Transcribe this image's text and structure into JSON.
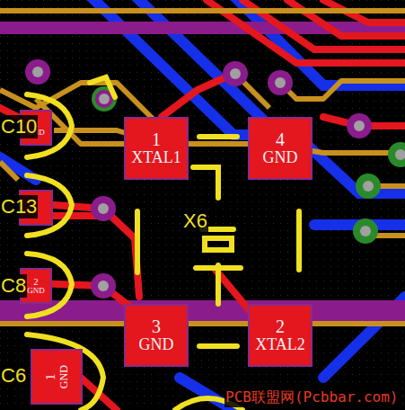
{
  "diagram": {
    "nodes": [
      {
        "text": [
          "1",
          "XTAL1"
        ]
      },
      {
        "text": [
          "4",
          "GND"
        ]
      },
      {
        "text": [
          "3",
          "GND"
        ]
      },
      {
        "text": [
          "2",
          "XTAL2"
        ]
      },
      {
        "text": [
          "2",
          "GND"
        ]
      },
      {
        "text": [
          "2",
          "GND"
        ]
      },
      {
        "text": [
          "1",
          "GND"
        ]
      }
    ],
    "labels": [
      "C10",
      "C13",
      "C8",
      "C6",
      "X6",
      "PCB联盟网(Pcbbar.com)"
    ]
  }
}
